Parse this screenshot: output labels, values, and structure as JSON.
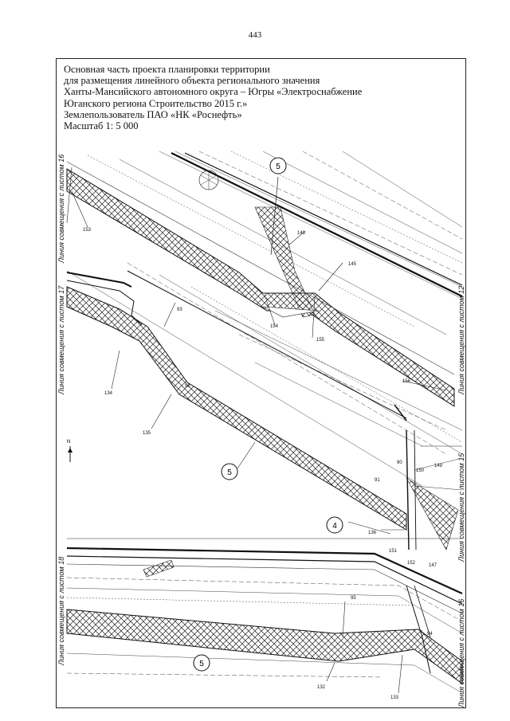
{
  "page_number": "443",
  "title_lines": [
    "Основная часть проекта планировки территории",
    "для размещения линейного объекта регионального значения",
    "Ханты-Мансийского автономного округа – Югры  «Электроснабжение",
    "Юганского региона Строительство 2015 г.»",
    "Землепользователь ПАО «НК «Роснефть»",
    "Масштаб 1: 5 000"
  ],
  "match_lines": {
    "left_top": "Линия совмещения с листом 16",
    "left_mid": "Линия совмещения с листом 17",
    "left_bottom": "Линия совмещения с листом 18",
    "right_top": "Линия совмещения с листом 12",
    "right_mid": "Линия совмещения с листом 15",
    "right_bottom": "Линия совмещения с листом 16"
  },
  "north_label": "N",
  "circled_labels": [
    "5",
    "5",
    "4",
    "5"
  ],
  "point_labels": [
    "153",
    "148",
    "145",
    "154",
    "155",
    "156",
    "93",
    "134",
    "92",
    "135",
    "90",
    "150",
    "149",
    "91",
    "136",
    "151",
    "152",
    "147",
    "95",
    "94",
    "132",
    "133"
  ]
}
